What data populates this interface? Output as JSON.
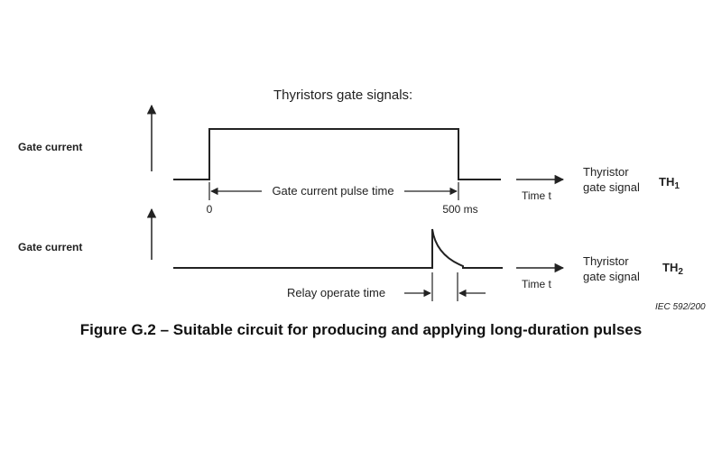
{
  "diagram": {
    "heading": "Thyristors gate signals:",
    "panels": [
      {
        "y_label": "Gate current",
        "pulse_time_label": "Gate current pulse time",
        "start_label": "0",
        "end_label": "500 ms",
        "time_axis_label": "Time t",
        "signal_label_line1": "Thyristor",
        "signal_label_line2": "gate signal",
        "thyristor_name": "TH",
        "thyristor_subscript": "1"
      },
      {
        "y_label": "Gate current",
        "relay_label": "Relay operate time",
        "time_axis_label": "Time t",
        "signal_label_line1": "Thyristor",
        "signal_label_line2": "gate signal",
        "thyristor_name": "TH",
        "thyristor_subscript": "2"
      }
    ],
    "reference": "IEC   592/200"
  },
  "caption": "Figure G.2 – Suitable circuit for producing and applying long-duration pulses"
}
